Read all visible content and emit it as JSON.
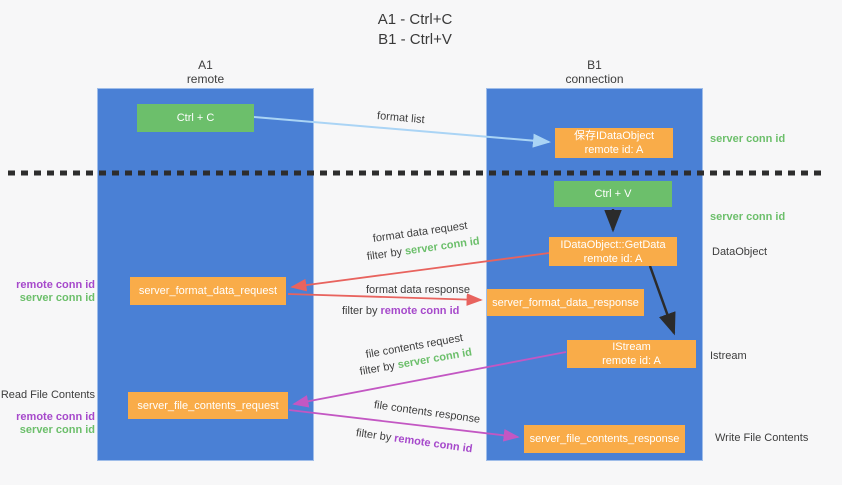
{
  "title": {
    "line1": "A1 - Ctrl+C",
    "line2": "B1 - Ctrl+V"
  },
  "columns": {
    "left": {
      "title": "A1",
      "subtitle": "remote"
    },
    "right": {
      "title": "B1",
      "subtitle": "connection"
    }
  },
  "nodes": {
    "ctrl_c": {
      "label": "Ctrl + C"
    },
    "save_idataobject": {
      "line1": "保存IDataObject",
      "line2": "remote id: A"
    },
    "ctrl_v": {
      "label": "Ctrl + V"
    },
    "getdata": {
      "line1": "IDataObject::GetData",
      "line2": "remote id: A"
    },
    "format_request": {
      "label": "server_format_data_request"
    },
    "format_response": {
      "label": "server_format_data_response"
    },
    "istream": {
      "line1": "IStream",
      "line2": "remote id: A"
    },
    "file_request": {
      "label": "server_file_contents_request"
    },
    "file_response": {
      "label": "server_file_contents_response"
    }
  },
  "arrow_labels": {
    "format_list": "format list",
    "format_data_request": "format data request",
    "format_data_response": "format data response",
    "file_contents_request": "file contents request",
    "file_contents_response": "file contents response",
    "filter_by": "filter by ",
    "server_conn_id": "server conn id",
    "remote_conn_id": "remote conn id"
  },
  "side_labels": {
    "remote_conn_id": "remote conn id",
    "server_conn_id": "server conn id",
    "read_file_contents": "Read File Contents",
    "dataobject": "DataObject",
    "istream": "Istream",
    "write_file_contents": "Write File Contents"
  },
  "colors": {
    "column_blue": "#4a80d5",
    "node_green": "#6cbf6b",
    "node_orange": "#f9ac49",
    "arrow_lightblue": "#aad4f5",
    "arrow_black": "#2b2b2b",
    "arrow_red": "#e8635e",
    "arrow_magenta": "#c357c3",
    "text_green": "#6cbf6b",
    "text_purple": "#a649cb",
    "text_dark": "#3d3d3d",
    "dashed_line": "#2d2d2d"
  }
}
